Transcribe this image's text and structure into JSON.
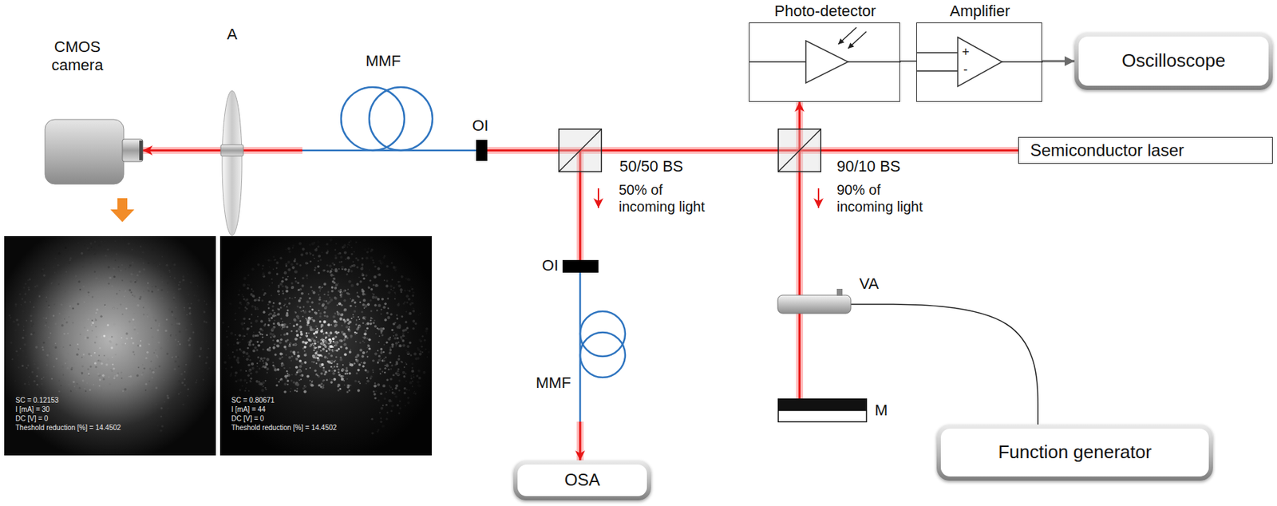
{
  "diagram": {
    "nodes": [
      {
        "text": [
          "CMOS camera"
        ]
      },
      {
        "text": [
          "A"
        ]
      },
      {
        "text": [
          "MMF"
        ]
      },
      {
        "text": [
          "OI"
        ]
      },
      {
        "text": [
          "50/50 BS"
        ]
      },
      {
        "text": [
          "90/10 BS"
        ]
      },
      {
        "text": [
          "Semiconductor laser"
        ]
      },
      {
        "text": [
          "Photo-detector"
        ]
      },
      {
        "text": [
          "Amplifier",
          "+",
          "-"
        ]
      },
      {
        "text": [
          "Oscilloscope"
        ]
      },
      {
        "text": [
          "OI"
        ]
      },
      {
        "text": [
          "MMF"
        ]
      },
      {
        "text": [
          "OSA"
        ]
      },
      {
        "text": [
          "VA"
        ]
      },
      {
        "text": [
          "M"
        ]
      },
      {
        "text": [
          "Function generator"
        ]
      },
      {
        "text": [
          "SC = 0.12153",
          "I [mA] = 30",
          "DC [V] = 0",
          "Theshold reduction [%] = 14.4502"
        ]
      },
      {
        "text": [
          "SC = 0.80671",
          "I [mA] = 44",
          "DC [V] = 0",
          "Theshold reduction [%] = 14.4502"
        ]
      }
    ],
    "edges": [
      {
        "from": 6,
        "to": 5,
        "arrow": "none"
      },
      {
        "from": 5,
        "to": 4,
        "arrow": "none"
      },
      {
        "from": 4,
        "to": 3,
        "arrow": "none"
      },
      {
        "from": 3,
        "to": 2,
        "arrow": "none"
      },
      {
        "from": 2,
        "to": 1,
        "arrow": "none"
      },
      {
        "from": 1,
        "to": 0,
        "arrow": "to"
      },
      {
        "from": 5,
        "to": 7,
        "arrow": "to"
      },
      {
        "from": 7,
        "to": 8,
        "arrow": "none"
      },
      {
        "from": 8,
        "to": 9,
        "arrow": "to"
      },
      {
        "from": 4,
        "to": 10,
        "arrow": "none"
      },
      {
        "from": 10,
        "to": 11,
        "arrow": "none"
      },
      {
        "from": 11,
        "to": 12,
        "arrow": "to"
      },
      {
        "from": 5,
        "to": 13,
        "arrow": "none"
      },
      {
        "from": 13,
        "to": 14,
        "arrow": "none"
      },
      {
        "from": 13,
        "to": 15,
        "arrow": "none"
      }
    ],
    "labels": [
      "50% of incoming light",
      "90% of incoming light"
    ]
  }
}
